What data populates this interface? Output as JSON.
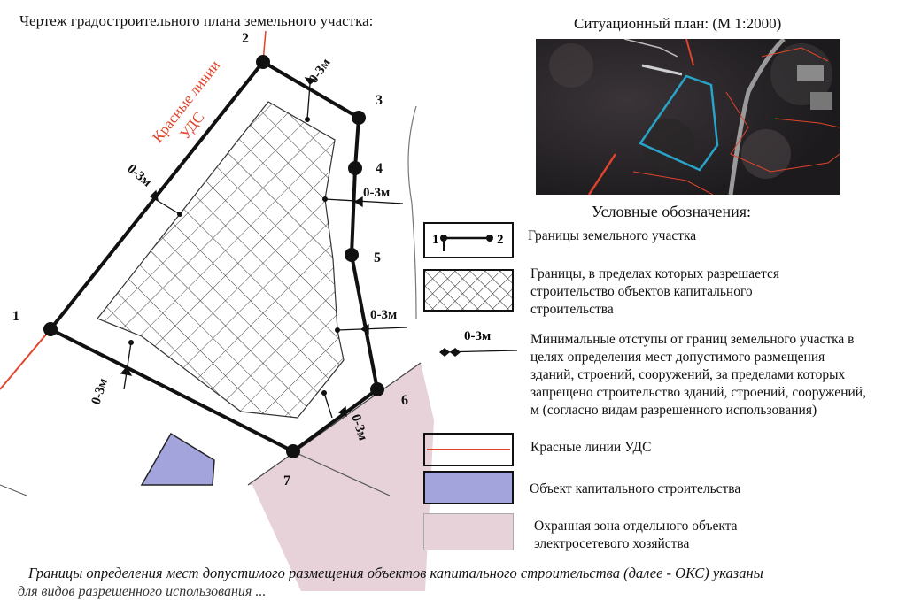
{
  "title": "Чертеж градостроительного плана земельного участка:",
  "situation_title": "Ситуационный план: (М 1:2000)",
  "legend_title": "Условные обозначения:",
  "red_lines_label": "Красные линии\nУДС",
  "point_labels": [
    "1",
    "2",
    "3",
    "4",
    "5",
    "6",
    "7"
  ],
  "offset_label": "0-3м",
  "legend": [
    {
      "key": "parcel",
      "sample": [
        "1",
        "2"
      ],
      "text": "Границы земельного участка"
    },
    {
      "key": "building-zone",
      "text": "Границы, в пределах которых разрешается строительство объектов капитального строительства"
    },
    {
      "key": "offsets",
      "sample": [
        "0-3м"
      ],
      "text": "Минимальные отступы от границ земельного участка в целях определения мест допустимого размещения зданий, строений, сооружений, за пределами которых запрещено строительство зданий, строений, сооружений, м (согласно видам разрешенного использования)"
    },
    {
      "key": "red-lines",
      "text": "Красные линии УДС"
    },
    {
      "key": "capital-object",
      "text": "Объект капитального строительства"
    },
    {
      "key": "protection-zone",
      "text": "Охранная зона отдельного объекта электросетевого хозяйства"
    }
  ],
  "footer": "Границы определения мест допустимого размещения объектов капитального строительства (далее - ОКС) указаны",
  "footer_cut": "для видов разрешенного использования ...",
  "colors": {
    "red_line": "#e0442a",
    "parcel": "#111111",
    "protection_zone": "#e6d2d8",
    "capital_object": "#a4a4dd",
    "photo_outline": "#29a3c8"
  }
}
